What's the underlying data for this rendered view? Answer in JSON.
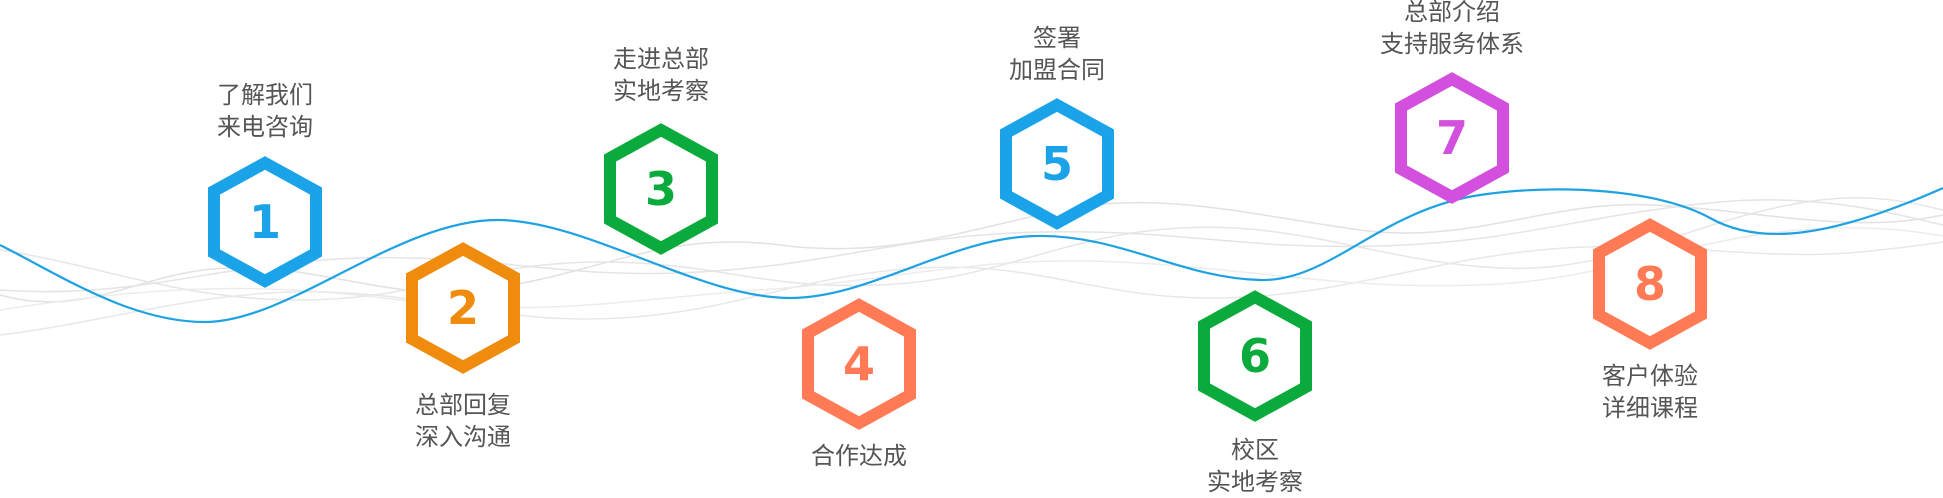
{
  "colors": {
    "blue": "#1aa3e8",
    "orange": "#ef8c0e",
    "green": "#0aab3c",
    "coral": "#ff7a55",
    "magenta": "#d34fdd",
    "main_curve": "#1ea2e2",
    "faint_curves": "#dedede"
  },
  "steps": [
    {
      "number": "1",
      "color": "#1aa3e8",
      "label_position": "above",
      "lines": [
        "了解我们",
        "来电咨询"
      ],
      "icon": "hexagon-icon"
    },
    {
      "number": "2",
      "color": "#ef8c0e",
      "label_position": "below",
      "lines": [
        "总部回复",
        "深入沟通"
      ],
      "icon": "hexagon-icon"
    },
    {
      "number": "3",
      "color": "#0aab3c",
      "label_position": "above",
      "lines": [
        "走进总部",
        "实地考察"
      ],
      "icon": "hexagon-icon"
    },
    {
      "number": "4",
      "color": "#ff7a55",
      "label_position": "below",
      "lines": [
        "合作达成"
      ],
      "icon": "hexagon-icon"
    },
    {
      "number": "5",
      "color": "#1aa3e8",
      "label_position": "above",
      "lines": [
        "签署",
        "加盟合同"
      ],
      "icon": "hexagon-icon"
    },
    {
      "number": "6",
      "color": "#0aab3c",
      "label_position": "below",
      "lines": [
        "校区",
        "实地考察"
      ],
      "icon": "hexagon-icon"
    },
    {
      "number": "7",
      "color": "#d34fdd",
      "label_position": "above",
      "lines": [
        "总部介绍",
        "支持服务体系"
      ],
      "icon": "hexagon-icon"
    },
    {
      "number": "8",
      "color": "#ff7a55",
      "label_position": "below",
      "lines": [
        "客户体验",
        "详细课程"
      ],
      "icon": "hexagon-icon"
    }
  ]
}
